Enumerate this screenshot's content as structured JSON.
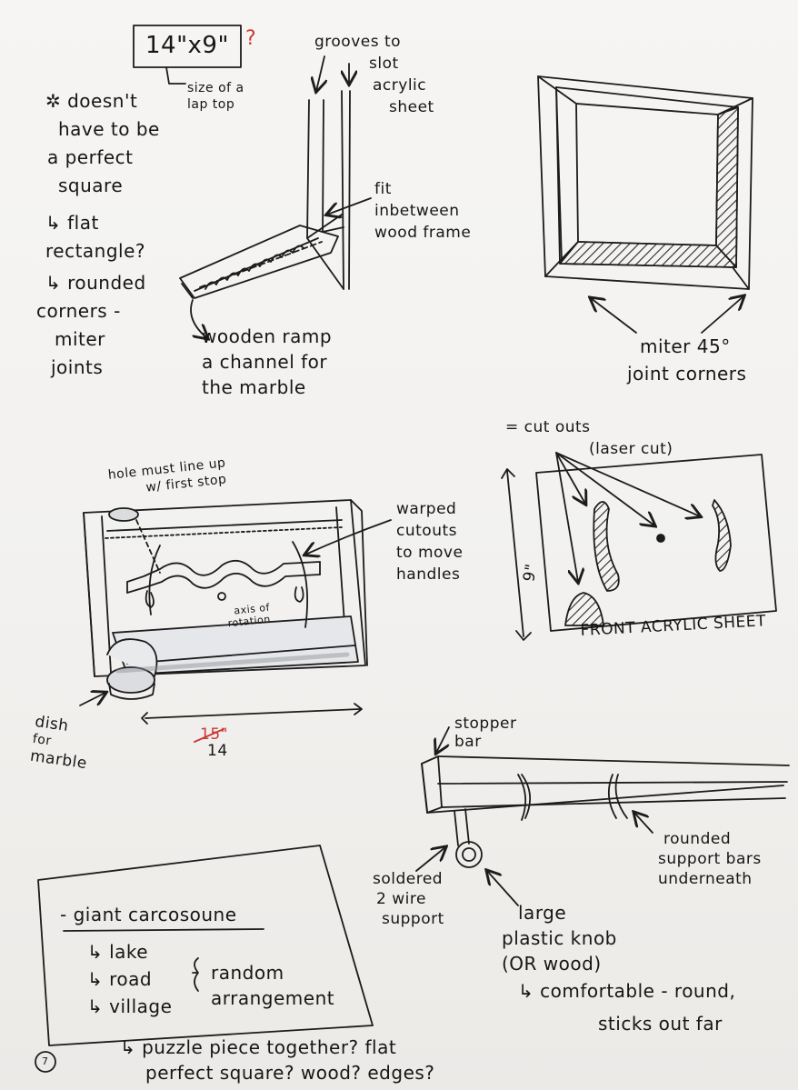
{
  "page_number": "7",
  "colors": {
    "ink": "#1c1c1c",
    "paper": "#f4f3f1",
    "red_ink": "#c83a34",
    "hatch": "#2a2a2a"
  },
  "sketch1": {
    "size_box": "14\"x9\"",
    "question_mark": "?",
    "size_note": "size of a lap top",
    "grooves_note": [
      "grooves to",
      "slot",
      "acrylic",
      "sheet"
    ],
    "fit_note": [
      "fit",
      "inbetween",
      "wood frame"
    ],
    "ramp_note": [
      "wooden ramp",
      "a channel for",
      "the marble"
    ]
  },
  "left_notes": [
    "✲ doesn't",
    "have to be",
    "a perfect",
    "square",
    "↳ flat",
    "rectangle?",
    "↳ rounded",
    "corners -",
    "miter",
    "joints"
  ],
  "sketch2": {
    "caption": [
      "miter 45°",
      "joint corners"
    ]
  },
  "sketch3": {
    "hole_note": [
      "hole must line up",
      "w/ first stop"
    ],
    "warped_note": [
      "warped",
      "cutouts",
      "to move",
      "handles"
    ],
    "axis_note": [
      "axis of",
      "rotation"
    ],
    "dish_note": [
      "dish",
      "for",
      "marble"
    ],
    "dimension_struck": "15\"",
    "dimension": "14"
  },
  "sketch4": {
    "cutouts_note": [
      "= cut outs",
      "(laser cut)"
    ],
    "height_label": "9\"",
    "caption": "FRONT ACRYLIC SHEET"
  },
  "sketch5": {
    "stopper_note": [
      "stopper",
      "bar"
    ],
    "support_note": [
      "rounded",
      "support bars",
      "underneath"
    ],
    "solder_note": [
      "soldered",
      "2 wire",
      "support"
    ],
    "knob_note": [
      "large",
      "plastic knob",
      "(OR wood)"
    ],
    "comfort_note": [
      "↳ comfortable - round,",
      "sticks out far"
    ]
  },
  "idea_box": {
    "title": "- giant carcosoune",
    "items": [
      "↳ lake",
      "↳ road",
      "↳ village"
    ],
    "bracket_text": [
      "random",
      "arrangement"
    ]
  },
  "bottom_note": [
    "↳ puzzle piece together? flat",
    "perfect square? wood? edges?"
  ]
}
